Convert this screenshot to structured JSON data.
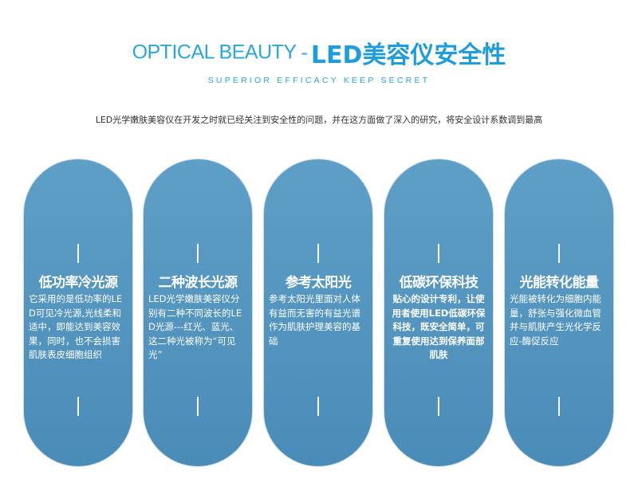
{
  "header": {
    "title_en": "OPTICAL BEAUTY",
    "title_dash": "-",
    "title_cn": "LED美容仪安全性",
    "subtitle": "SUPERIOR EFFICACY KEEP SECRET",
    "intro": "LED光学嫩肤美容仪在开发之时就已经关注到安全性的问题，并在这方面做了深入的研究，将安全设计系数调到最高"
  },
  "cards": [
    {
      "title": "低功率冷光源",
      "body": "它采用的是低功率的LED可见冷光源,光线柔和适中，即能达到美容效果，同时，也不会损害肌肤表皮细胞组织"
    },
    {
      "title": "二种波长光源",
      "body": "LED光学嫩肤美容仪分别有二种不同波长的LED光源---红光、蓝光、这二种光被称为“可见光”"
    },
    {
      "title": "参考太阳光",
      "body": "参考太阳光里面对人体有益而无害的有益光谱作为肌肤护理美容的基础"
    },
    {
      "title": "低碳环保科技",
      "body": "贴心的设计专利，让使用者使用LED低碳环保科技，既安全简单，可重复使用达到保养面部肌肤"
    },
    {
      "title": "光能转化能量",
      "body": "光能被转化为细胞内能量，舒张与强化微血管并与肌肤产生光化学反应-酶促反应"
    }
  ],
  "colors": {
    "accent": "#2aa5df",
    "card": "#5498c2"
  }
}
